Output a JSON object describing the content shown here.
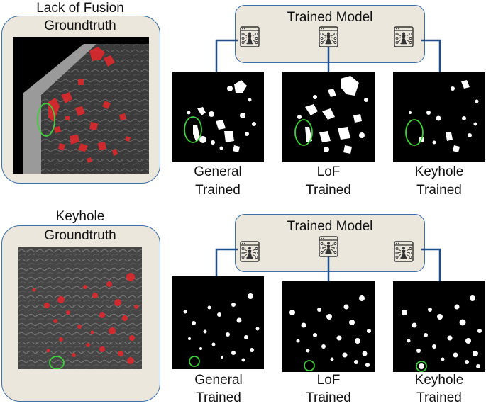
{
  "colors": {
    "box_fill": "#ece7dc",
    "box_border": "#3d6fa8",
    "connector": "#1f4e8c",
    "defect_overlay": "#e8262b",
    "highlight_circle": "#3fcf3a"
  },
  "icon_name": "machine-learning-model-icon",
  "panels": [
    {
      "gt_title_line1": "Lack of Fusion",
      "gt_title_line2": "Groundtruth",
      "model_title": "Trained Model",
      "results": [
        {
          "line1": "General",
          "line2": "Trained"
        },
        {
          "line1": "LoF",
          "line2": "Trained"
        },
        {
          "line1": "Keyhole",
          "line2": "Trained"
        }
      ]
    },
    {
      "gt_title_line1": "Keyhole",
      "gt_title_line2": "Groundtruth",
      "model_title": "Trained Model",
      "results": [
        {
          "line1": "General",
          "line2": "Trained"
        },
        {
          "line1": "LoF",
          "line2": "Trained"
        },
        {
          "line1": "Keyhole",
          "line2": "Trained"
        }
      ]
    }
  ]
}
